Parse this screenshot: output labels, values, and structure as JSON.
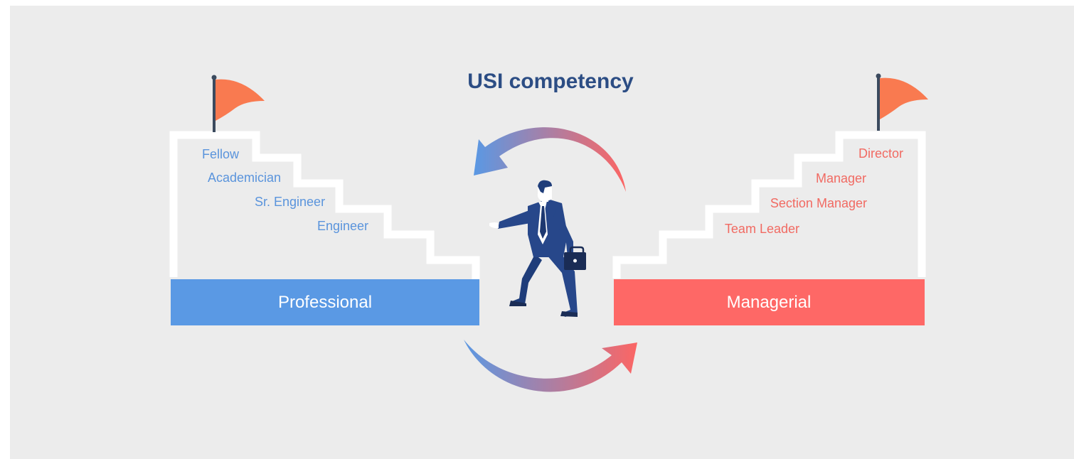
{
  "title": "USI competency",
  "tracks": {
    "professional": {
      "label": "Professional",
      "color": "#5a99e4",
      "levels": [
        "Fellow",
        "Academician",
        "Sr. Engineer",
        "Engineer"
      ]
    },
    "managerial": {
      "label": "Managerial",
      "color": "#fe6866",
      "levels": [
        "Director",
        "Manager",
        "Section Manager",
        "Team Leader"
      ]
    }
  },
  "colors": {
    "background": "#ececec",
    "title": "#2c4d84",
    "flag": "#f97a50",
    "suit": "#27478a"
  },
  "icons": [
    "flag-icon",
    "flag-icon",
    "businessman-icon",
    "briefcase-icon",
    "cycle-arrow-icon",
    "cycle-arrow-icon"
  ]
}
